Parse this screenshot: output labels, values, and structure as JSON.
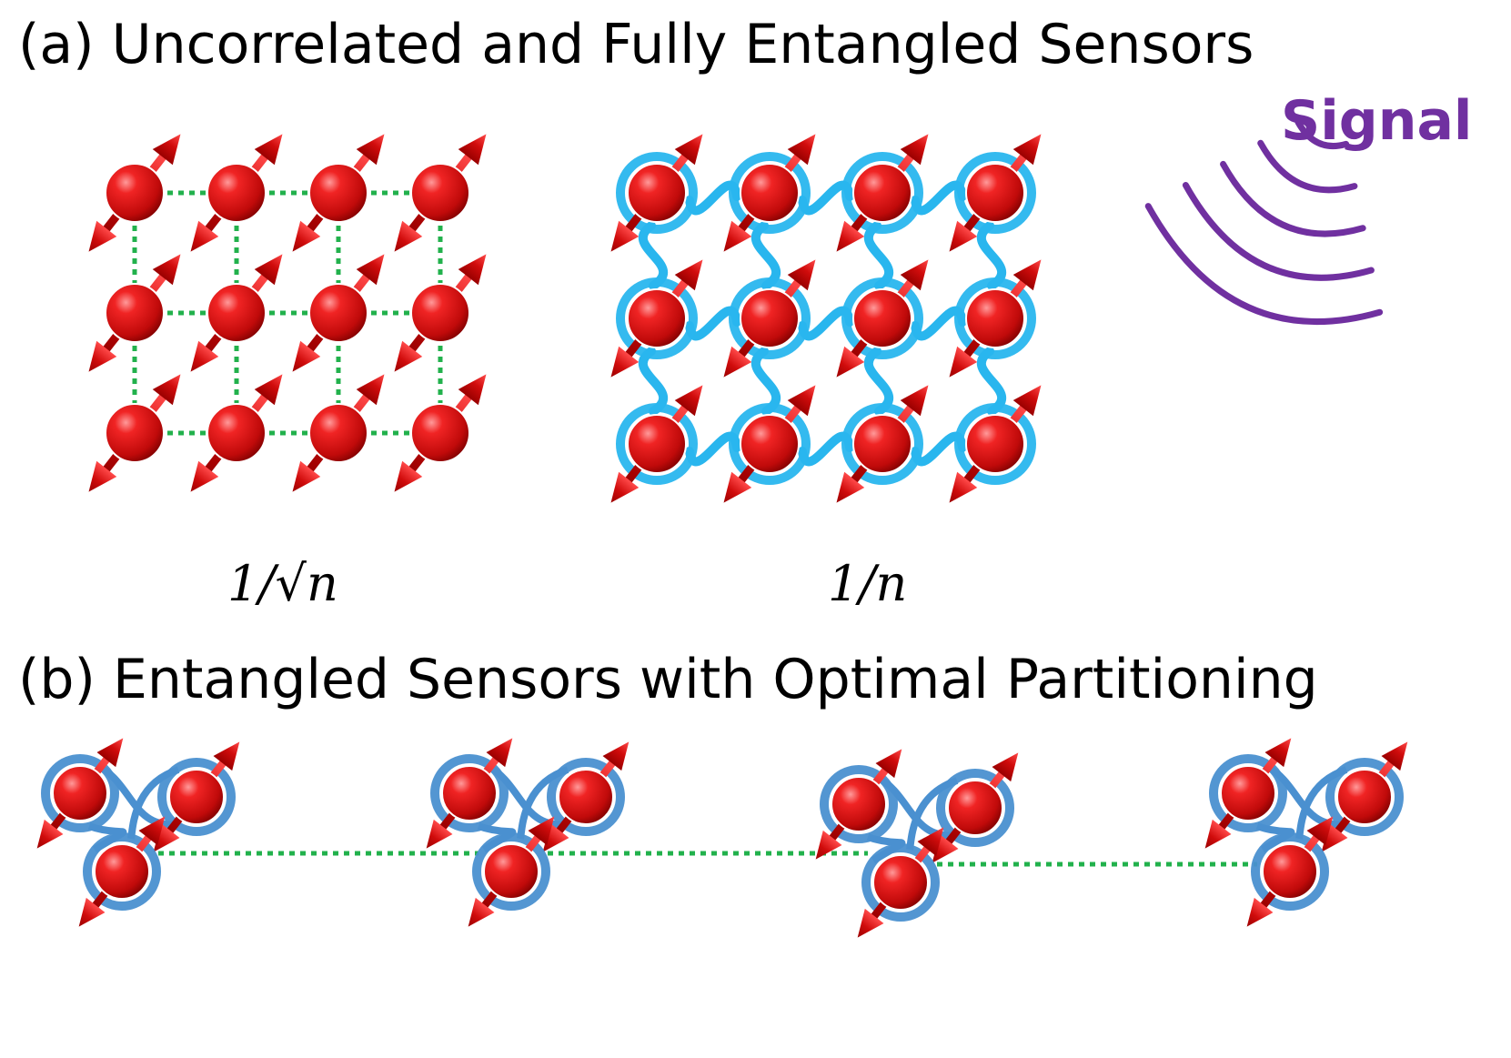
{
  "panel_a": {
    "title": "(a) Uncorrelated and Fully Entangled Sensors",
    "uncorrelated_scaling": "1/√n",
    "entangled_scaling": "1/n",
    "signal_label": "Signal"
  },
  "panel_b": {
    "title": "(b) Entangled Sensors with Optimal Partitioning",
    "group_count": 4,
    "sensors_per_group": 3
  },
  "colors": {
    "sensor": "#e01515",
    "spin_arrow": "#d40f0f",
    "classical_link": "#22b14c",
    "entanglement_full": "#29b6ee",
    "entanglement_partial": "#4a90d0",
    "signal": "#7030a0"
  },
  "icons": {
    "sensor": "sphere-with-spin-arrow-icon",
    "signal": "signal-wave-icon"
  }
}
